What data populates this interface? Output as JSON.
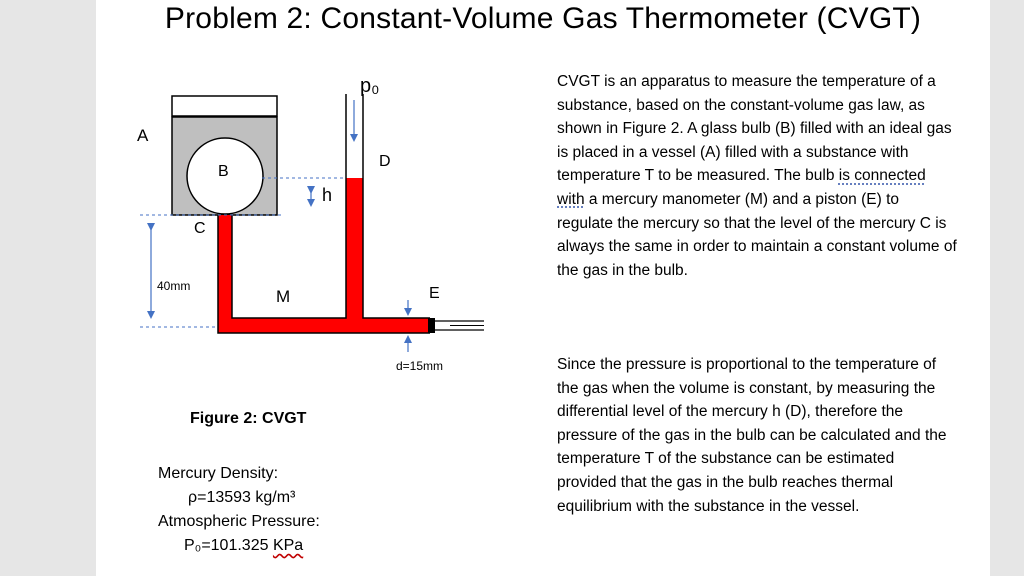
{
  "title": "Problem 2: Constant-Volume Gas Thermometer (CVGT)",
  "diagram": {
    "labels": {
      "p0": "p₀",
      "A": "A",
      "B": "B",
      "C": "C",
      "D": "D",
      "E": "E",
      "M": "M",
      "h": "h",
      "height": "40mm",
      "diameter": "d=15mm"
    },
    "colors": {
      "mercury": "#ff0000",
      "vessel": "#bfbfbf",
      "outline": "#000000",
      "arrow": "#4472c4"
    }
  },
  "caption": "Figure 2: CVGT",
  "properties": {
    "density_label": "Mercury Density:",
    "density_value": "ρ=13593 kg/m³",
    "pressure_label": "Atmospheric Pressure:",
    "pressure_value_prefix": "P₀=101.325 ",
    "pressure_unit": "KPa"
  },
  "description": {
    "p1_a": "CVGT is an apparatus to measure the temperature of a substance, based on the constant-volume gas law, as shown in Figure 2. A glass bulb (B) filled with an ideal gas is placed in a vessel (A) filled with a substance with temperature T to be measured. The bulb ",
    "p1_b": "is connected with",
    "p1_c": " a mercury manometer (M) and a piston (E) to regulate the mercury so that the level of the mercury C is always the same in order to maintain a constant volume of the gas in the bulb.",
    "p2": "Since the pressure is proportional to the temperature of the gas when the volume is constant, by measuring the differential level of the mercury h (D), therefore the pressure of the gas in the bulb can be calculated and the temperature T of the substance can be estimated provided that the gas in the bulb reaches thermal equilibrium with the substance in the vessel."
  }
}
